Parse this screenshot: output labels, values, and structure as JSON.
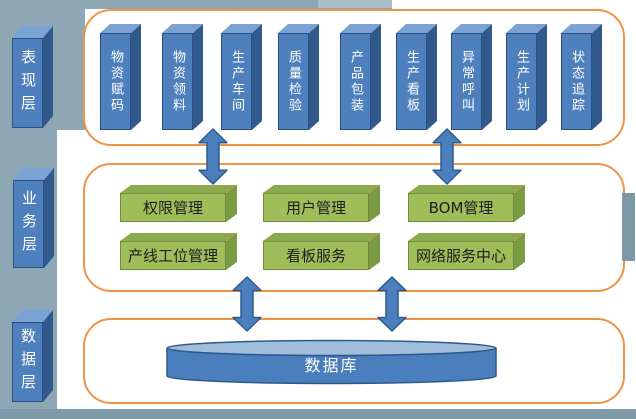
{
  "diagram": {
    "layers": [
      {
        "name": "表现层",
        "modules": [
          "物资赋码",
          "物资领料",
          "生产车间",
          "质量检验",
          "产品包装",
          "生产看板",
          "异常呼叫",
          "生产计划",
          "状态追踪"
        ]
      },
      {
        "name": "业务层",
        "modules": [
          "权限管理",
          "用户管理",
          "BOM管理",
          "产线工位管理",
          "看板服务",
          "网络服务中心"
        ]
      },
      {
        "name": "数据层",
        "modules": [
          "数据库"
        ]
      }
    ]
  },
  "colors": {
    "background": "#8da7b5",
    "bottom_strip": "#7e99a8",
    "panel_fill": "#ffffff",
    "panel_border": "#ef9347",
    "blue_box": "#4d80bd",
    "blue_box_top": "#7aa2d4",
    "blue_box_side": "#31598b",
    "green_box": "#9fbe5a",
    "green_box_top": "#8caa4d",
    "green_box_side": "#7a9a43",
    "arrow": "#4a7ebc",
    "arrow_outline": "#2e5c8e",
    "database_body": "#4a7ebc",
    "database_top": "#a0bddc"
  }
}
